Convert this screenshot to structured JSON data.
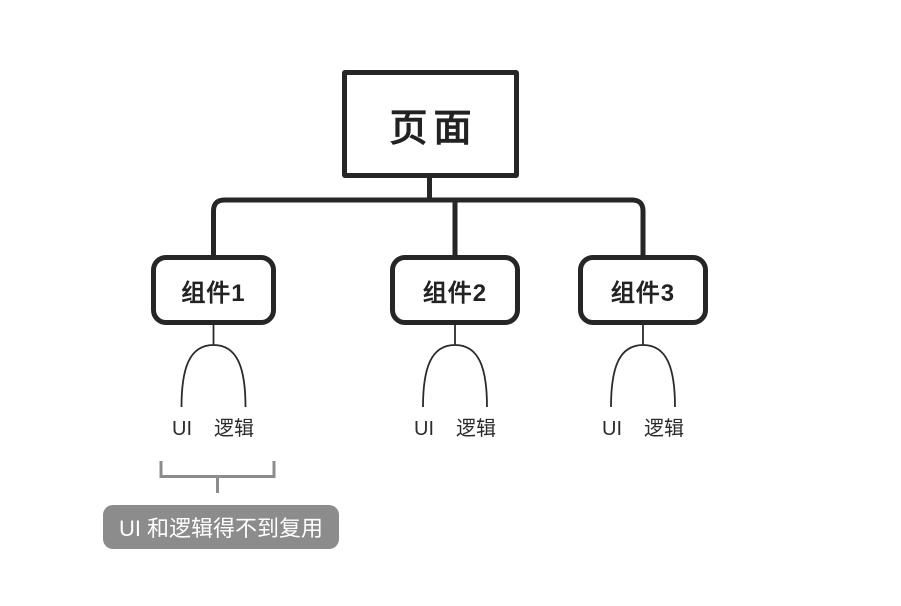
{
  "diagram": {
    "root": {
      "label": "页面"
    },
    "components": [
      {
        "label": "组件1",
        "children": [
          {
            "label": "UI"
          },
          {
            "label": "逻辑"
          }
        ]
      },
      {
        "label": "组件2",
        "children": [
          {
            "label": "UI"
          },
          {
            "label": "逻辑"
          }
        ]
      },
      {
        "label": "组件3",
        "children": [
          {
            "label": "UI"
          },
          {
            "label": "逻辑"
          }
        ]
      }
    ],
    "annotation": {
      "label": "UI 和逻辑得不到复用"
    },
    "colors": {
      "line": "#262626",
      "thin_line": "#2b2b2b",
      "muted": "#8c8c8c",
      "background": "#ffffff",
      "text": "#222222",
      "annotation_text": "#ffffff"
    }
  }
}
